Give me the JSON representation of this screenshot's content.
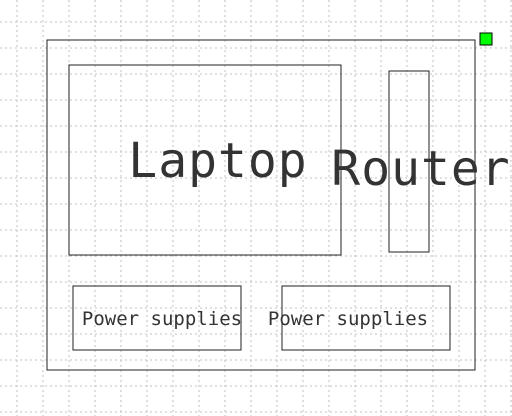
{
  "diagram": {
    "labels": {
      "laptop": "Laptop",
      "router": "Router",
      "power_supply_left": "Power supplies",
      "power_supply_right": "Power supplies"
    },
    "colors": {
      "background": "#ffffff",
      "grid": "#c0c0c0",
      "outline": "#222222",
      "text": "#333333",
      "handle_fill": "#00ff00",
      "handle_stroke": "#000000"
    }
  }
}
